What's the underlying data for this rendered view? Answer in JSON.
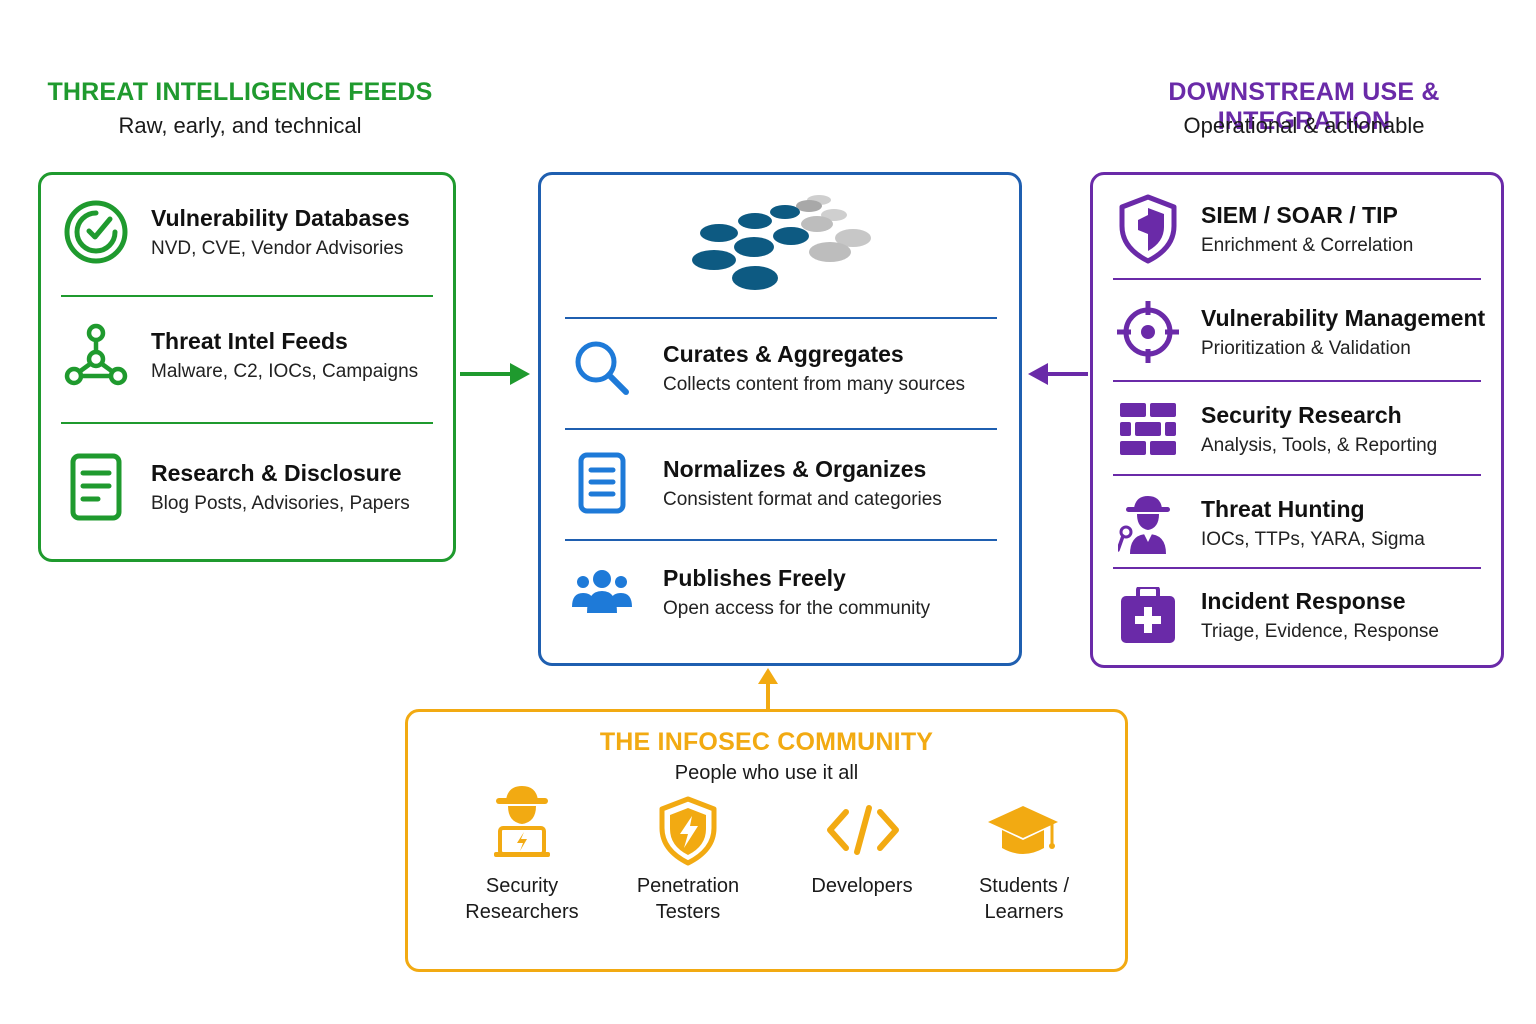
{
  "colors": {
    "green": "#1f9a2e",
    "blue": "#1f5fb0",
    "purple": "#6a2aa8",
    "orange": "#f2aa12",
    "logo_dark": "#0d5a82",
    "logo_light": "#bdbdbd"
  },
  "left": {
    "title": "THREAT INTELLIGENCE FEEDS",
    "subtitle": "Raw, early, and technical",
    "items": [
      {
        "icon": "radar-check-icon",
        "title": "Vulnerability Databases",
        "desc": "NVD, CVE, Vendor Advisories"
      },
      {
        "icon": "network-nodes-icon",
        "title": "Threat Intel Feeds",
        "desc": "Malware, C2, IOCs, Campaigns"
      },
      {
        "icon": "document-icon",
        "title": "Research & Disclosure",
        "desc": "Blog Posts, Advisories, Papers"
      }
    ]
  },
  "center": {
    "logo": "dot-cluster-logo",
    "items": [
      {
        "icon": "search-icon",
        "title": "Curates & Aggregates",
        "desc": "Collects content from many sources"
      },
      {
        "icon": "document-list-icon",
        "title": "Normalizes & Organizes",
        "desc": "Consistent format and categories"
      },
      {
        "icon": "people-group-icon",
        "title": "Publishes Freely",
        "desc": "Open access for the community"
      }
    ]
  },
  "right": {
    "title": "DOWNSTREAM USE & INTEGRATION",
    "subtitle": "Operational & actionable",
    "items": [
      {
        "icon": "shield-icon",
        "title": "SIEM / SOAR / TIP",
        "desc": "Enrichment & Correlation"
      },
      {
        "icon": "crosshair-icon",
        "title": "Vulnerability Management",
        "desc": "Prioritization & Validation"
      },
      {
        "icon": "brick-wall-icon",
        "title": "Security Research",
        "desc": "Analysis, Tools, & Reporting"
      },
      {
        "icon": "spy-icon",
        "title": "Threat Hunting",
        "desc": "IOCs, TTPs, YARA, Sigma"
      },
      {
        "icon": "first-aid-kit-icon",
        "title": "Incident Response",
        "desc": "Triage, Evidence, Response"
      }
    ]
  },
  "community": {
    "title": "THE INFOSEC COMMUNITY",
    "subtitle": "People who use it all",
    "members": [
      {
        "icon": "hacker-laptop-icon",
        "line1": "Security",
        "line2": "Researchers"
      },
      {
        "icon": "shield-lightning-icon",
        "line1": "Penetration",
        "line2": "Testers"
      },
      {
        "icon": "code-icon",
        "line1": "Developers",
        "line2": ""
      },
      {
        "icon": "graduation-cap-icon",
        "line1": "Students /",
        "line2": "Learners"
      }
    ]
  }
}
